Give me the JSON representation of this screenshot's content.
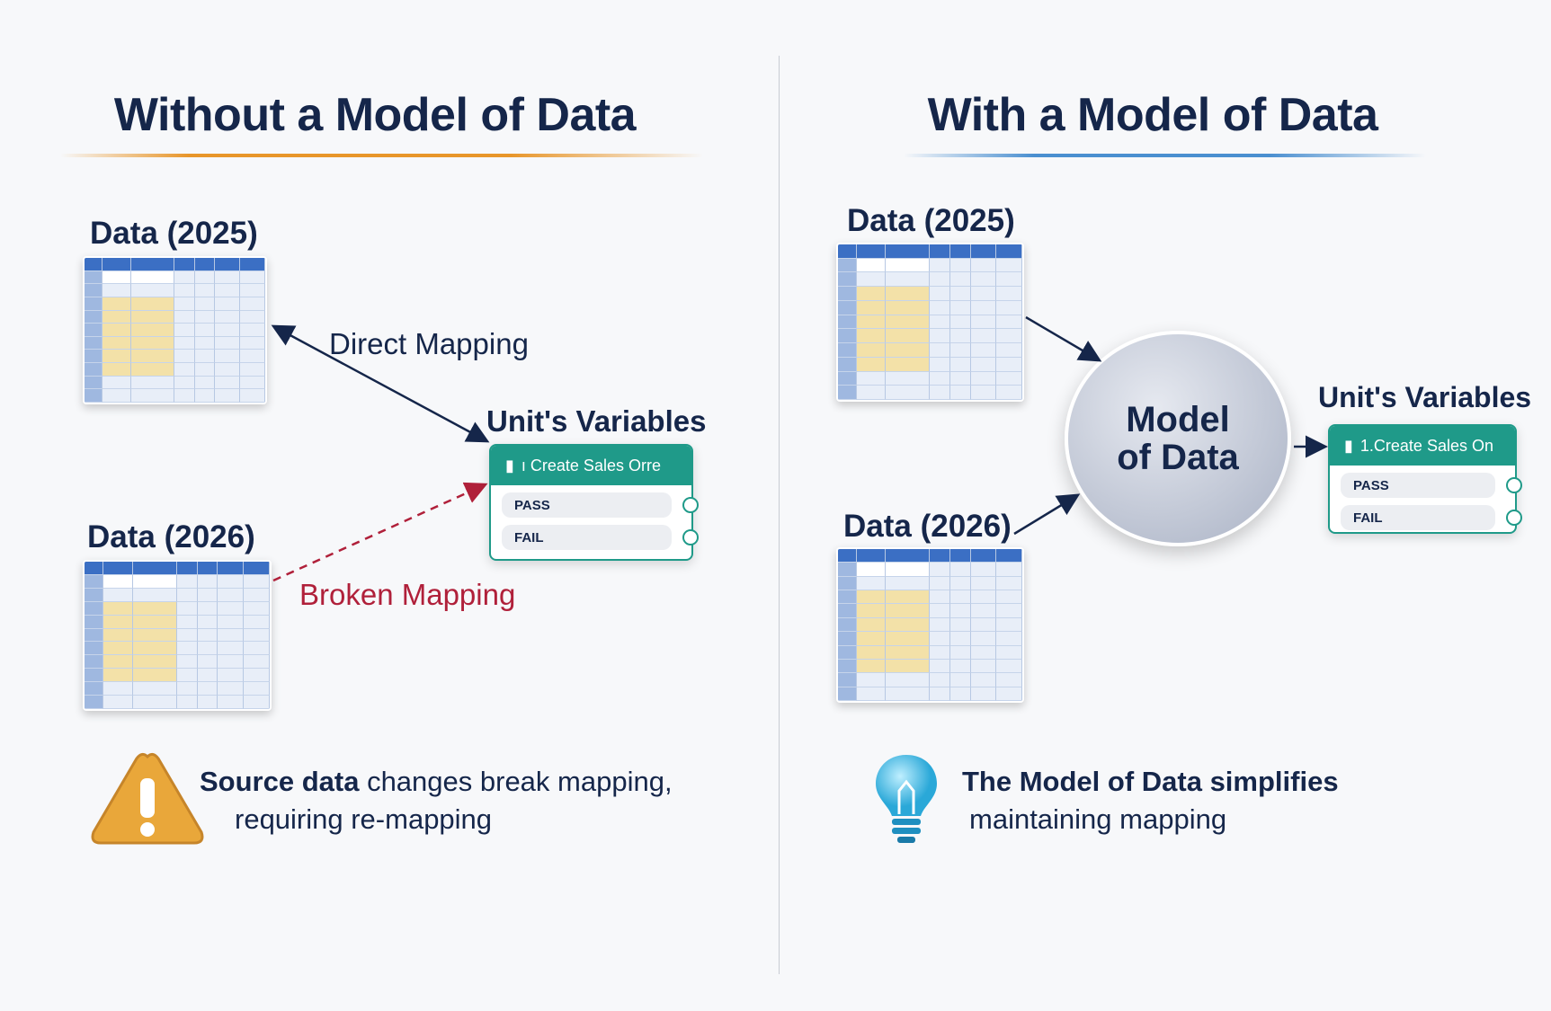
{
  "left": {
    "title": "Without a Model of Data",
    "data_2025_label": "Data (2025)",
    "data_2026_label": "Data (2026)",
    "direct_mapping_label": "Direct Mapping",
    "broken_mapping_label": "Broken Mapping",
    "unit_variables_label": "Unit's Variables",
    "card": {
      "title": "ı Create Sales Orre",
      "pass": "PASS",
      "fail": "FAIL"
    },
    "footer": {
      "bold": "Source data",
      "rest": " changes break mapping,",
      "line2": "requiring re-mapping"
    },
    "icon": "warning-triangle-icon"
  },
  "right": {
    "title": "With a Model of Data",
    "data_2025_label": "Data (2025)",
    "data_2026_label": "Data (2026)",
    "model_label_1": "Model",
    "model_label_2": "of Data",
    "unit_variables_label": "Unit's Variables",
    "card": {
      "title": "1.Create Sales On",
      "pass": "PASS",
      "fail": "FAIL"
    },
    "footer": {
      "line1": "The Model of Data simplifies",
      "line2": "maintaining mapping"
    },
    "icon": "lightbulb-icon"
  },
  "colors": {
    "navy": "#15264a",
    "teal": "#1f9a89",
    "broken_red": "#b0203a",
    "orange": "#e8962a",
    "blue": "#4a8fd0"
  }
}
